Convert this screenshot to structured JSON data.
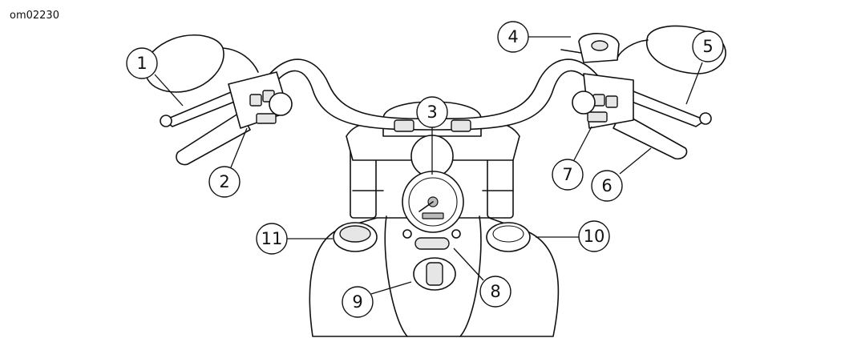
{
  "figure_id": "om02230",
  "callouts": [
    {
      "id": 1,
      "label": "1"
    },
    {
      "id": 2,
      "label": "2"
    },
    {
      "id": 3,
      "label": "3"
    },
    {
      "id": 4,
      "label": "4"
    },
    {
      "id": 5,
      "label": "5"
    },
    {
      "id": 6,
      "label": "6"
    },
    {
      "id": 7,
      "label": "7"
    },
    {
      "id": 8,
      "label": "8"
    },
    {
      "id": 9,
      "label": "9"
    },
    {
      "id": 10,
      "label": "10"
    },
    {
      "id": 11,
      "label": "11"
    }
  ]
}
